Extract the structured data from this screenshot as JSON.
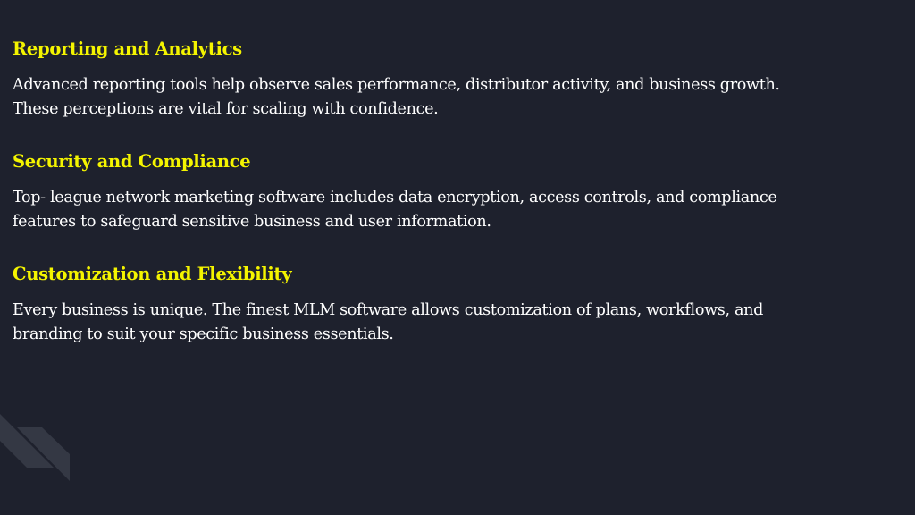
{
  "sections": [
    {
      "heading": "Reporting and Analytics",
      "lines": [
        "Advanced reporting tools help observe sales performance, distributor activity, and business growth.",
        "These perceptions are vital for scaling with confidence."
      ]
    },
    {
      "heading": "Security and Compliance",
      "lines": [
        "Top- league network marketing software includes data encryption, access controls, and compliance",
        "features to safeguard sensitive business and user information."
      ]
    },
    {
      "heading": "Customization and Flexibility",
      "lines": [
        "Every business is unique. The finest MLM software allows customization of plans, workflows, and",
        "branding to suit your specific business essentials."
      ]
    }
  ],
  "colors": {
    "background": "#1e212d",
    "heading": "#f4f400",
    "body": "#ffffff",
    "decoration": "#343844"
  }
}
